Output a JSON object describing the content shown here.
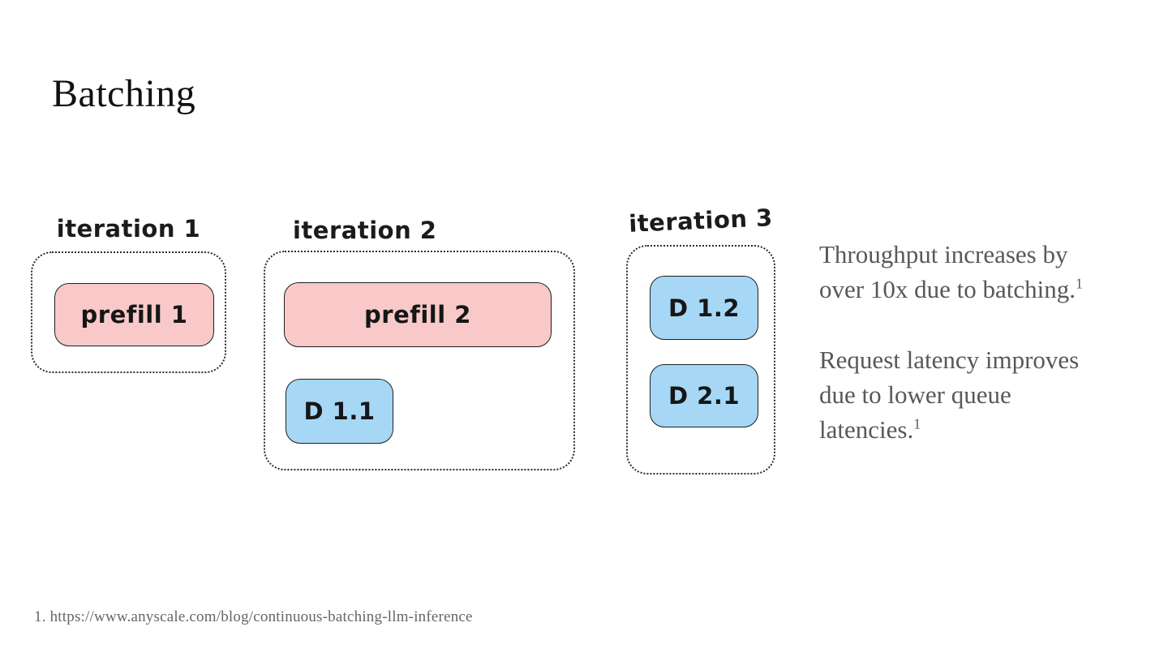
{
  "slide": {
    "title": "Batching",
    "footnote": "1. https://www.anyscale.com/blog/continuous-batching-llm-inference"
  },
  "diagram": {
    "iterations": [
      {
        "label": "iteration 1",
        "blocks": [
          {
            "text": "prefill 1",
            "type": "prefill"
          }
        ]
      },
      {
        "label": "iteration 2",
        "blocks": [
          {
            "text": "prefill 2",
            "type": "prefill"
          },
          {
            "text": "D 1.1",
            "type": "decode"
          }
        ]
      },
      {
        "label": "iteration 3",
        "blocks": [
          {
            "text": "D 1.2",
            "type": "decode"
          },
          {
            "text": "D 2.1",
            "type": "decode"
          }
        ]
      }
    ]
  },
  "notes": [
    {
      "lines": [
        "Throughput increases by",
        "over 10x due to batching."
      ],
      "sup": "1"
    },
    {
      "lines": [
        "Request latency improves",
        "due to lower queue",
        "latencies."
      ],
      "sup": "1"
    }
  ],
  "theme": {
    "background": "#ffffff",
    "title-color": "#111111",
    "label-color": "#1b1b1b",
    "prefill-fill": "#f9c9c9",
    "decode-fill": "#a6d8f6",
    "block-stroke": "#1e1e1e",
    "group-stroke": "#2b2b2b",
    "notes-color": "#58585a",
    "footnote-color": "#666666"
  }
}
